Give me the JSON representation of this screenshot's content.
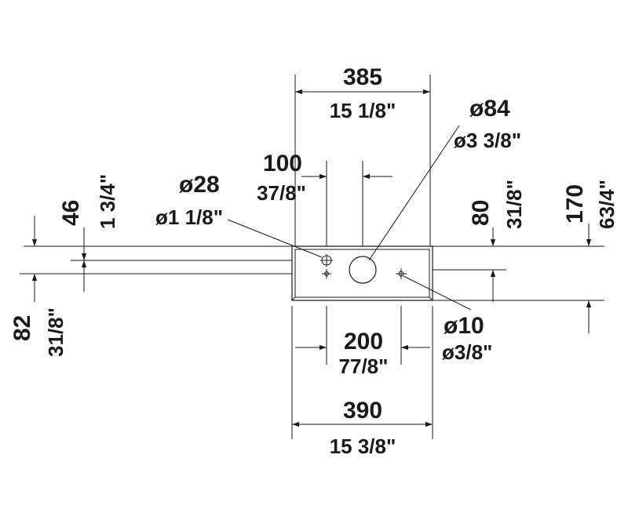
{
  "dimensions": {
    "width_top_mm": "385",
    "width_top_in": "15 1/8\"",
    "hole_large_mm": "ø84",
    "hole_large_in": "ø3 3/8\"",
    "offset_mm": "100",
    "offset_in": "37/8\"",
    "hole_small_mm": "ø28",
    "hole_small_in": "ø1 1/8\"",
    "left_46_mm": "46",
    "left_46_in": "1 3/4\"",
    "right_80_mm": "80",
    "right_80_in": "31/8\"",
    "right_170_mm": "170",
    "right_170_in": "63/4\"",
    "left_82_mm": "82",
    "left_82_in": "31/8\"",
    "hole_tiny_mm": "ø10",
    "hole_tiny_in": "ø3/8\"",
    "spacing_mm": "200",
    "spacing_in": "77/8\"",
    "width_bottom_mm": "390",
    "width_bottom_in": "15 3/8\""
  }
}
